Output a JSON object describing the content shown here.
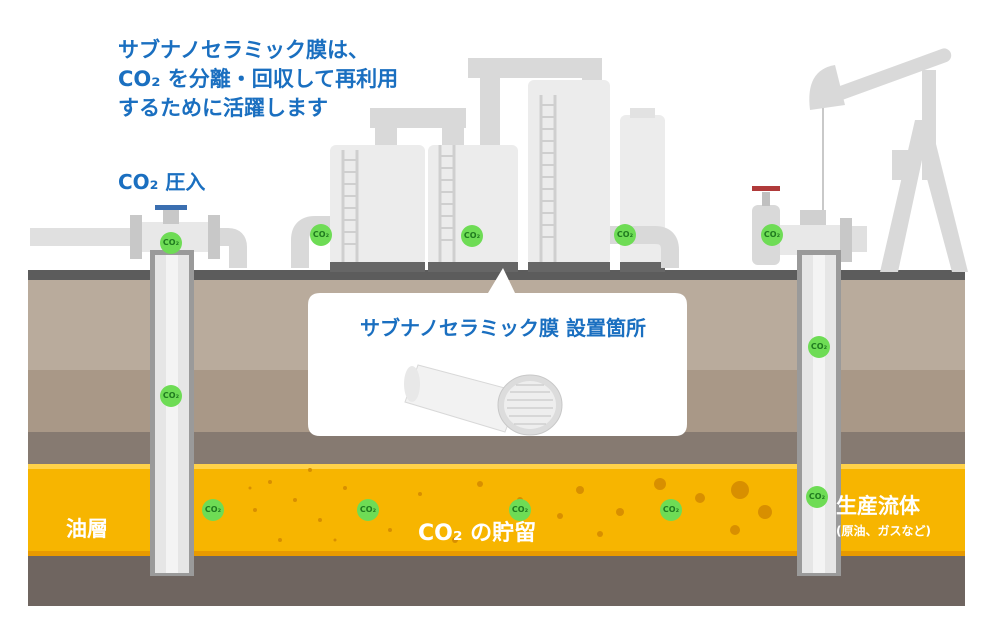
{
  "headline": {
    "line1": "サブナノセラミック膜は、",
    "line2": "CO₂ を分離・回収して再利用",
    "line3": "するために活躍します"
  },
  "injection_label": "CO₂ 圧入",
  "callout_title": "サブナノセラミック膜 設置箇所",
  "oil_layer_label": "油層",
  "storage_label": "CO₂ の貯留",
  "product_fluid": {
    "title": "生産流体",
    "subtitle": "(原油、ガスなど)"
  },
  "bubble_label": "CO₂",
  "colors": {
    "accent_blue": "#1a6fc0",
    "oil_layer": "#f7b500",
    "co2_bubble": "#6edc55",
    "ground_top": "#b8a99a",
    "ground_mid": "#a89887",
    "ground_dark": "#6f6560"
  }
}
